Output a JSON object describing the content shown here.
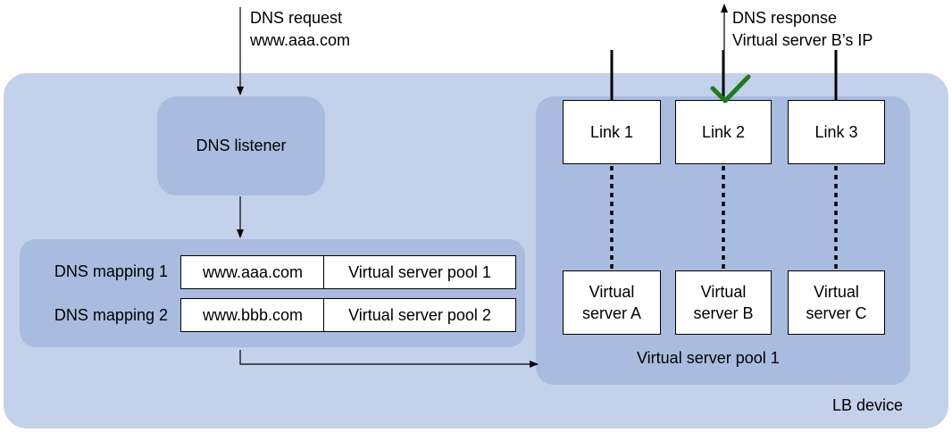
{
  "request": {
    "line1": "DNS request",
    "line2": "www.aaa.com"
  },
  "response": {
    "line1": "DNS response",
    "line2": "Virtual server B’s IP"
  },
  "listener": {
    "label": "DNS listener"
  },
  "mappings": [
    {
      "label": "DNS mapping 1",
      "domain": "www.aaa.com",
      "pool": "Virtual server pool 1"
    },
    {
      "label": "DNS mapping 2",
      "domain": "www.bbb.com",
      "pool": "Virtual server pool 2"
    }
  ],
  "links": [
    {
      "label": "Link 1"
    },
    {
      "label": "Link 2"
    },
    {
      "label": "Link 3"
    }
  ],
  "servers": [
    {
      "line1": "Virtual",
      "line2": "server A"
    },
    {
      "line1": "Virtual",
      "line2": "server B"
    },
    {
      "line1": "Virtual",
      "line2": "server C"
    }
  ],
  "pool": {
    "label": "Virtual server pool 1"
  },
  "device": {
    "label": "LB device"
  },
  "colors": {
    "device_bg": "#c4d1ea",
    "panel_bg": "#a9bcdf",
    "check": "#1e7a1e"
  },
  "icons": {
    "selected_link": "check-icon"
  }
}
